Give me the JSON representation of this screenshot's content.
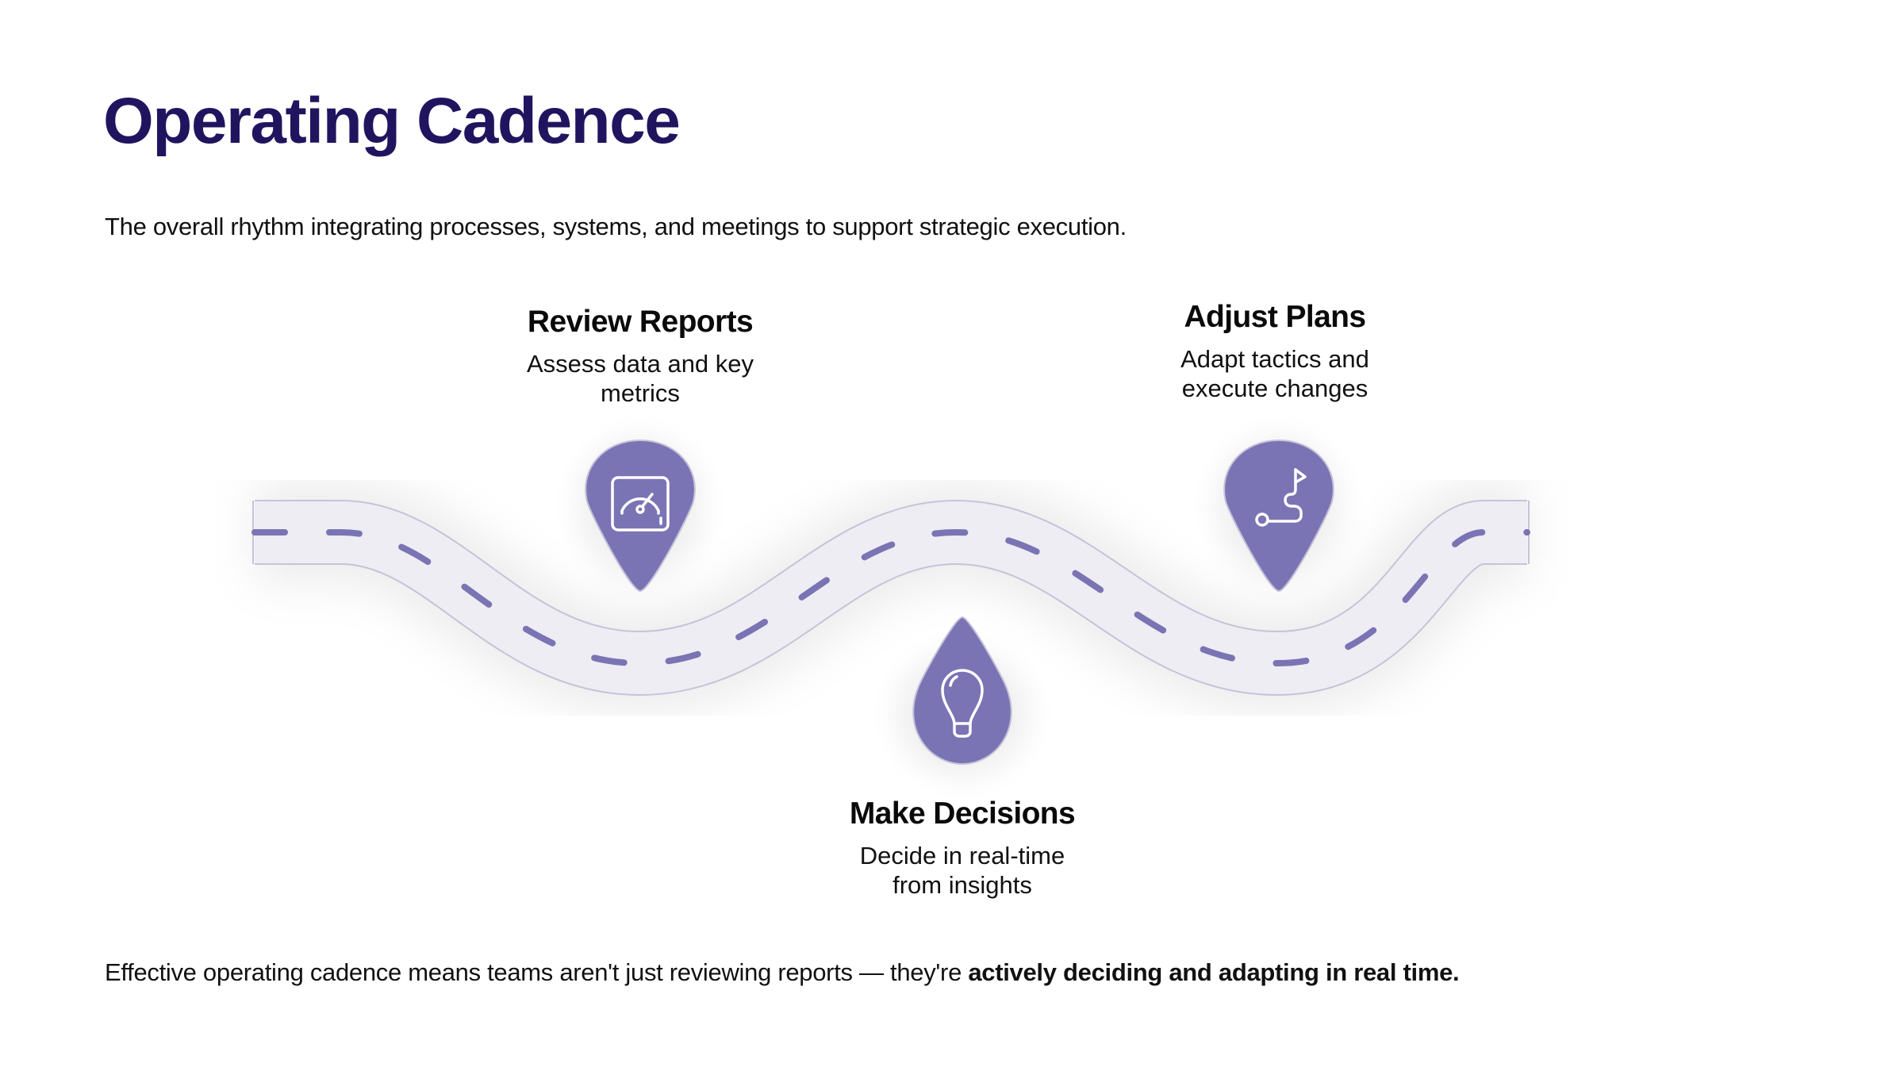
{
  "title": "Operating Cadence",
  "subtitle": "The overall rhythm integrating processes, systems, and meetings to support strategic execution.",
  "colors": {
    "title": "#21145F",
    "pin": "#7A74B4",
    "road_fill": "#EDEDF3",
    "road_stroke": "#C5C3DA",
    "dash": "#7A74B4"
  },
  "steps": [
    {
      "id": "review-reports",
      "heading": "Review Reports",
      "description_lines": [
        "Assess data and key",
        "metrics"
      ],
      "icon": "speedometer-icon",
      "pin_style": "map-pin-above-road"
    },
    {
      "id": "make-decisions",
      "heading": "Make Decisions",
      "description_lines": [
        "Decide in real-time",
        "from insights"
      ],
      "icon": "lightbulb-icon",
      "pin_style": "drop-below-road"
    },
    {
      "id": "adjust-plans",
      "heading": "Adjust Plans",
      "description_lines": [
        "Adapt tactics and",
        "execute changes"
      ],
      "icon": "route-flag-icon",
      "pin_style": "map-pin-above-road"
    }
  ],
  "footer": {
    "prefix": "Effective operating cadence means teams aren't just reviewing reports — they're ",
    "emphasis": "actively deciding and adapting in real time."
  }
}
